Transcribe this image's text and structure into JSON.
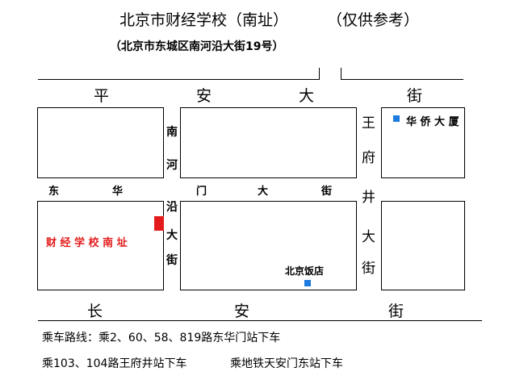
{
  "title": {
    "main": "北京市财经学校（南址）",
    "note": "（仅供参考）",
    "address": "（北京市东城区南河沿大街19号）"
  },
  "roads": {
    "pinganda_jie": {
      "c1": "平",
      "c2": "安",
      "c3": "大",
      "c4": "街"
    },
    "changan_jie": {
      "c1": "长",
      "c2": "安",
      "c3": "街"
    },
    "donghuamen_dajie": {
      "c1": "东",
      "c2": "华",
      "c3": "门",
      "c4": "大",
      "c5": "街"
    },
    "nanheyan_dajie": {
      "c1": "南",
      "c2": "河",
      "c3": "沿",
      "c4": "大",
      "c5": "街"
    },
    "wangfujing_dajie": {
      "c1": "王",
      "c2": "府",
      "c3": "井",
      "c4": "大",
      "c5": "街"
    }
  },
  "landmarks": {
    "school": {
      "label": "财 经 学 校 南 址",
      "color": "#e41b1b"
    },
    "huaqiao": {
      "label": "华 侨 大 厦",
      "color": "#1e7be0"
    },
    "beijing_hotel": {
      "label": "北京饭店",
      "color": "#1e7be0"
    }
  },
  "transit": {
    "line1": "乘车路线：乘2、60、58、819路东华门站下车",
    "line2a": "乘103、104路王府井站下车",
    "line2b": "乘地铁天安门东站下车"
  }
}
